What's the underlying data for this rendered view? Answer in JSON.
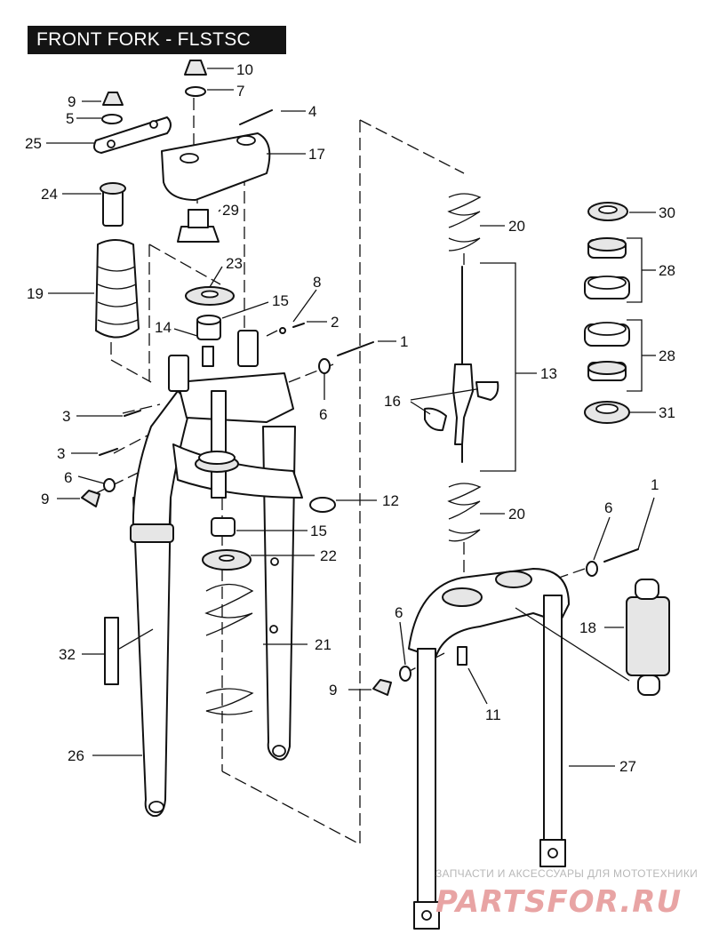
{
  "title": "FRONT FORK - FLSTSC",
  "callouts": [
    "10",
    "7",
    "9",
    "5",
    "4",
    "25",
    "17",
    "24",
    "29",
    "20",
    "30",
    "28",
    "19",
    "23",
    "8",
    "15",
    "2",
    "14",
    "1",
    "13",
    "28",
    "16",
    "6",
    "3",
    "31",
    "3",
    "6",
    "9",
    "12",
    "20",
    "15",
    "22",
    "1",
    "6",
    "6",
    "18",
    "32",
    "21",
    "9",
    "11",
    "26",
    "27"
  ],
  "watermark": {
    "text": "ЗАПЧАСТИ И АКСЕССУАРЫ ДЛЯ МОТОТЕХНИКИ",
    "logo": "PARTSFOR.RU"
  },
  "colors": {
    "ink": "#111111",
    "title_bg": "#141414",
    "watermark_logo": "#e8a4a4"
  }
}
